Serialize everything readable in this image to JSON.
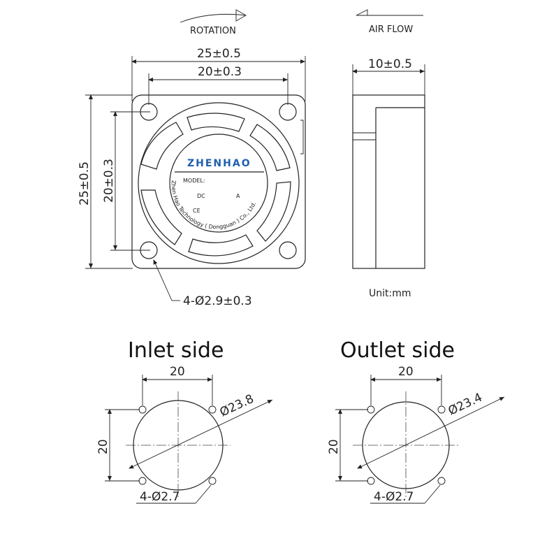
{
  "top_left": {
    "rotation_label": "ROTATION",
    "dim_outer_width": "25±0.5",
    "dim_hole_width": "20±0.3",
    "dim_outer_height": "25±0.5",
    "dim_hole_height": "20±0.3",
    "holes_callout": "4-Ø2.9±0.3",
    "label_brand": "ZHENHAO",
    "label_model": "MODEL:",
    "label_dc": "DC",
    "label_a": "A",
    "label_ce": "CE",
    "label_company": "Zhen Hao Technology ( Dongguan ) Co., Ltd."
  },
  "top_right": {
    "airflow_label": "AIR FLOW",
    "dim_depth": "10±0.5",
    "unit_label": "Unit:mm"
  },
  "inlet": {
    "title": "Inlet side",
    "dim_width": "20",
    "dim_height": "20",
    "diameter": "Ø23.8",
    "holes": "4-Ø2.7"
  },
  "outlet": {
    "title": "Outlet side",
    "dim_width": "20",
    "dim_height": "20",
    "diameter": "Ø23.4",
    "holes": "4-Ø2.7"
  },
  "colors": {
    "line": "#222222",
    "brand": "#1f5fb0"
  }
}
